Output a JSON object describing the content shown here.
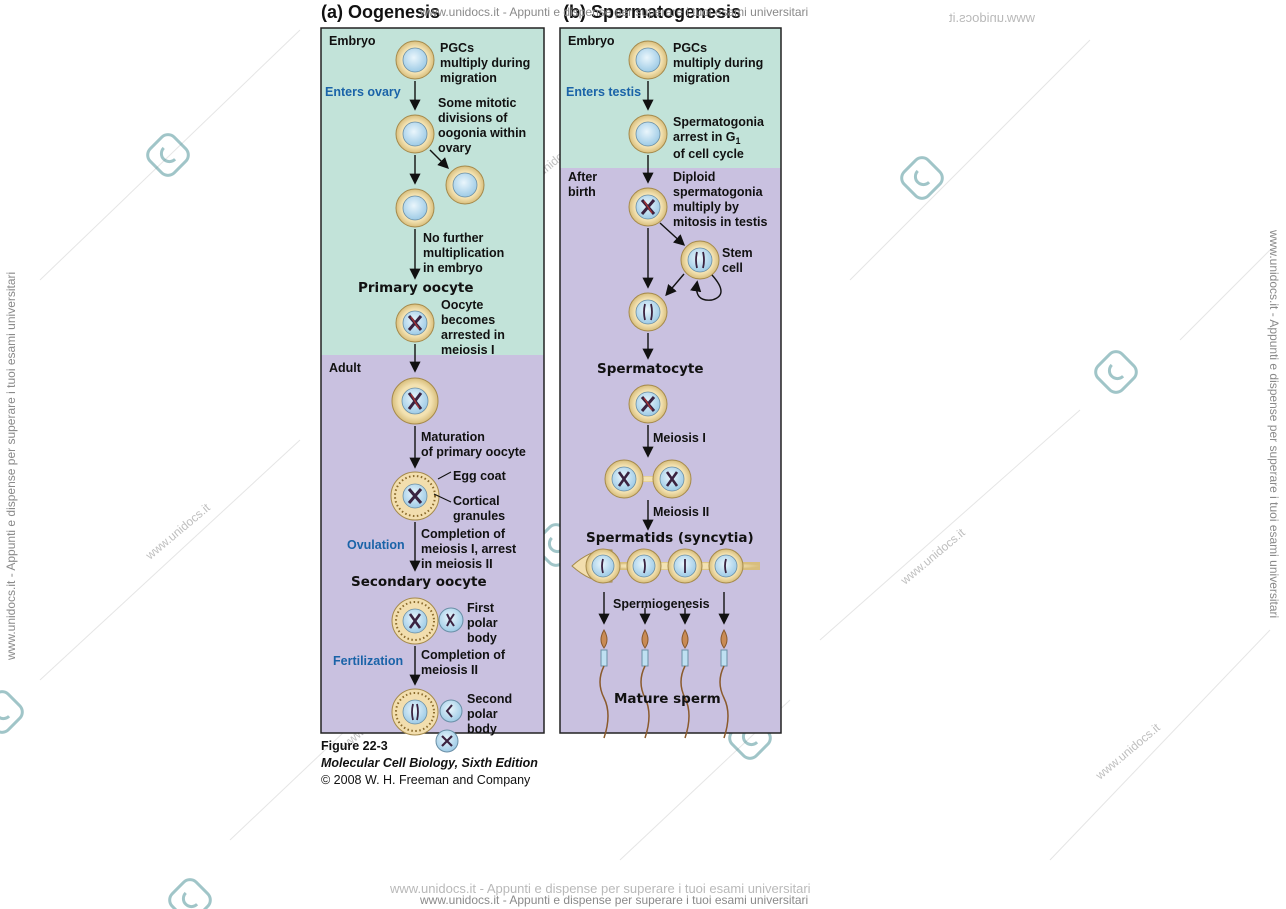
{
  "panel_a": {
    "title": "(a) Oogenesis",
    "embryo": "Embryo",
    "enters_ovary": "Enters ovary",
    "pgcs": [
      "PGCs",
      "multiply during",
      "migration"
    ],
    "mitotic": [
      "Some mitotic",
      "divisions of",
      "oogonia within",
      "ovary"
    ],
    "no_further": [
      "No further",
      "multiplication",
      "in embryo"
    ],
    "primary_oocyte": "Primary oocyte",
    "arrested": [
      "Oocyte",
      "becomes",
      "arrested in",
      "meiosis I"
    ],
    "adult": "Adult",
    "maturation": [
      "Maturation",
      "of primary oocyte"
    ],
    "egg_coat": "Egg coat",
    "cortical": [
      "Cortical",
      "granules"
    ],
    "ovulation": "Ovulation",
    "completion1": [
      "Completion of",
      "meiosis I, arrest",
      "in meiosis II"
    ],
    "secondary_oocyte": "Secondary oocyte",
    "first_polar": [
      "First",
      "polar",
      "body"
    ],
    "fertilization": "Fertilization",
    "completion2": [
      "Completion of",
      "meiosis II"
    ],
    "second_polar": [
      "Second",
      "polar",
      "body"
    ]
  },
  "panel_b": {
    "title": "(b) Spermatogenesis",
    "embryo": "Embryo",
    "enters_testis": "Enters testis",
    "pgcs": [
      "PGCs",
      "multiply during",
      "migration"
    ],
    "arrest_g1": [
      "Spermatogonia",
      "arrest in G",
      "of cell cycle"
    ],
    "g1_sub": "1",
    "after_birth": [
      "After",
      "birth"
    ],
    "diploid": [
      "Diploid",
      "spermatogonia",
      "multiply by",
      "mitosis in testis"
    ],
    "stem_cell": [
      "Stem",
      "cell"
    ],
    "spermatocyte": "Spermatocyte",
    "meiosis1": "Meiosis I",
    "meiosis2": "Meiosis II",
    "spermatids": "Spermatids (syncytia)",
    "spermiogenesis": "Spermiogenesis",
    "mature_sperm": "Mature sperm"
  },
  "caption": {
    "figure": "Figure 22-3",
    "book": "Molecular Cell Biology, Sixth Edition",
    "copyright": "© 2008 W. H. Freeman and Company"
  },
  "watermark": {
    "header": "www.unidocs.it - Appunti e dispense per superare i tuoi esami universitari",
    "footer": "www.unidocs.it - Appunti e dispense per superare i tuoi esami universitari",
    "footer_ghost": "www.unidocs.it - Appunti e dispense per superare i tuoi esami universitari",
    "side_left": "www.unidocs.it - Appunti e dispense per superare i tuoi esami universitari",
    "side_right": "www.unidocs.it - Appunti e dispense per superare i tuoi esami universitari",
    "mirrored_top": "www.unidocs.it",
    "diag": "www.unidocs.it"
  },
  "colors": {
    "embryo_bg": "#c2e3d9",
    "adult_bg": "#c9c1e0",
    "cell_ring": "#e4cf9a",
    "nucleus": "#bfe0f2",
    "chromosome": "#3a2340",
    "label_blue": "#1a63a8"
  }
}
